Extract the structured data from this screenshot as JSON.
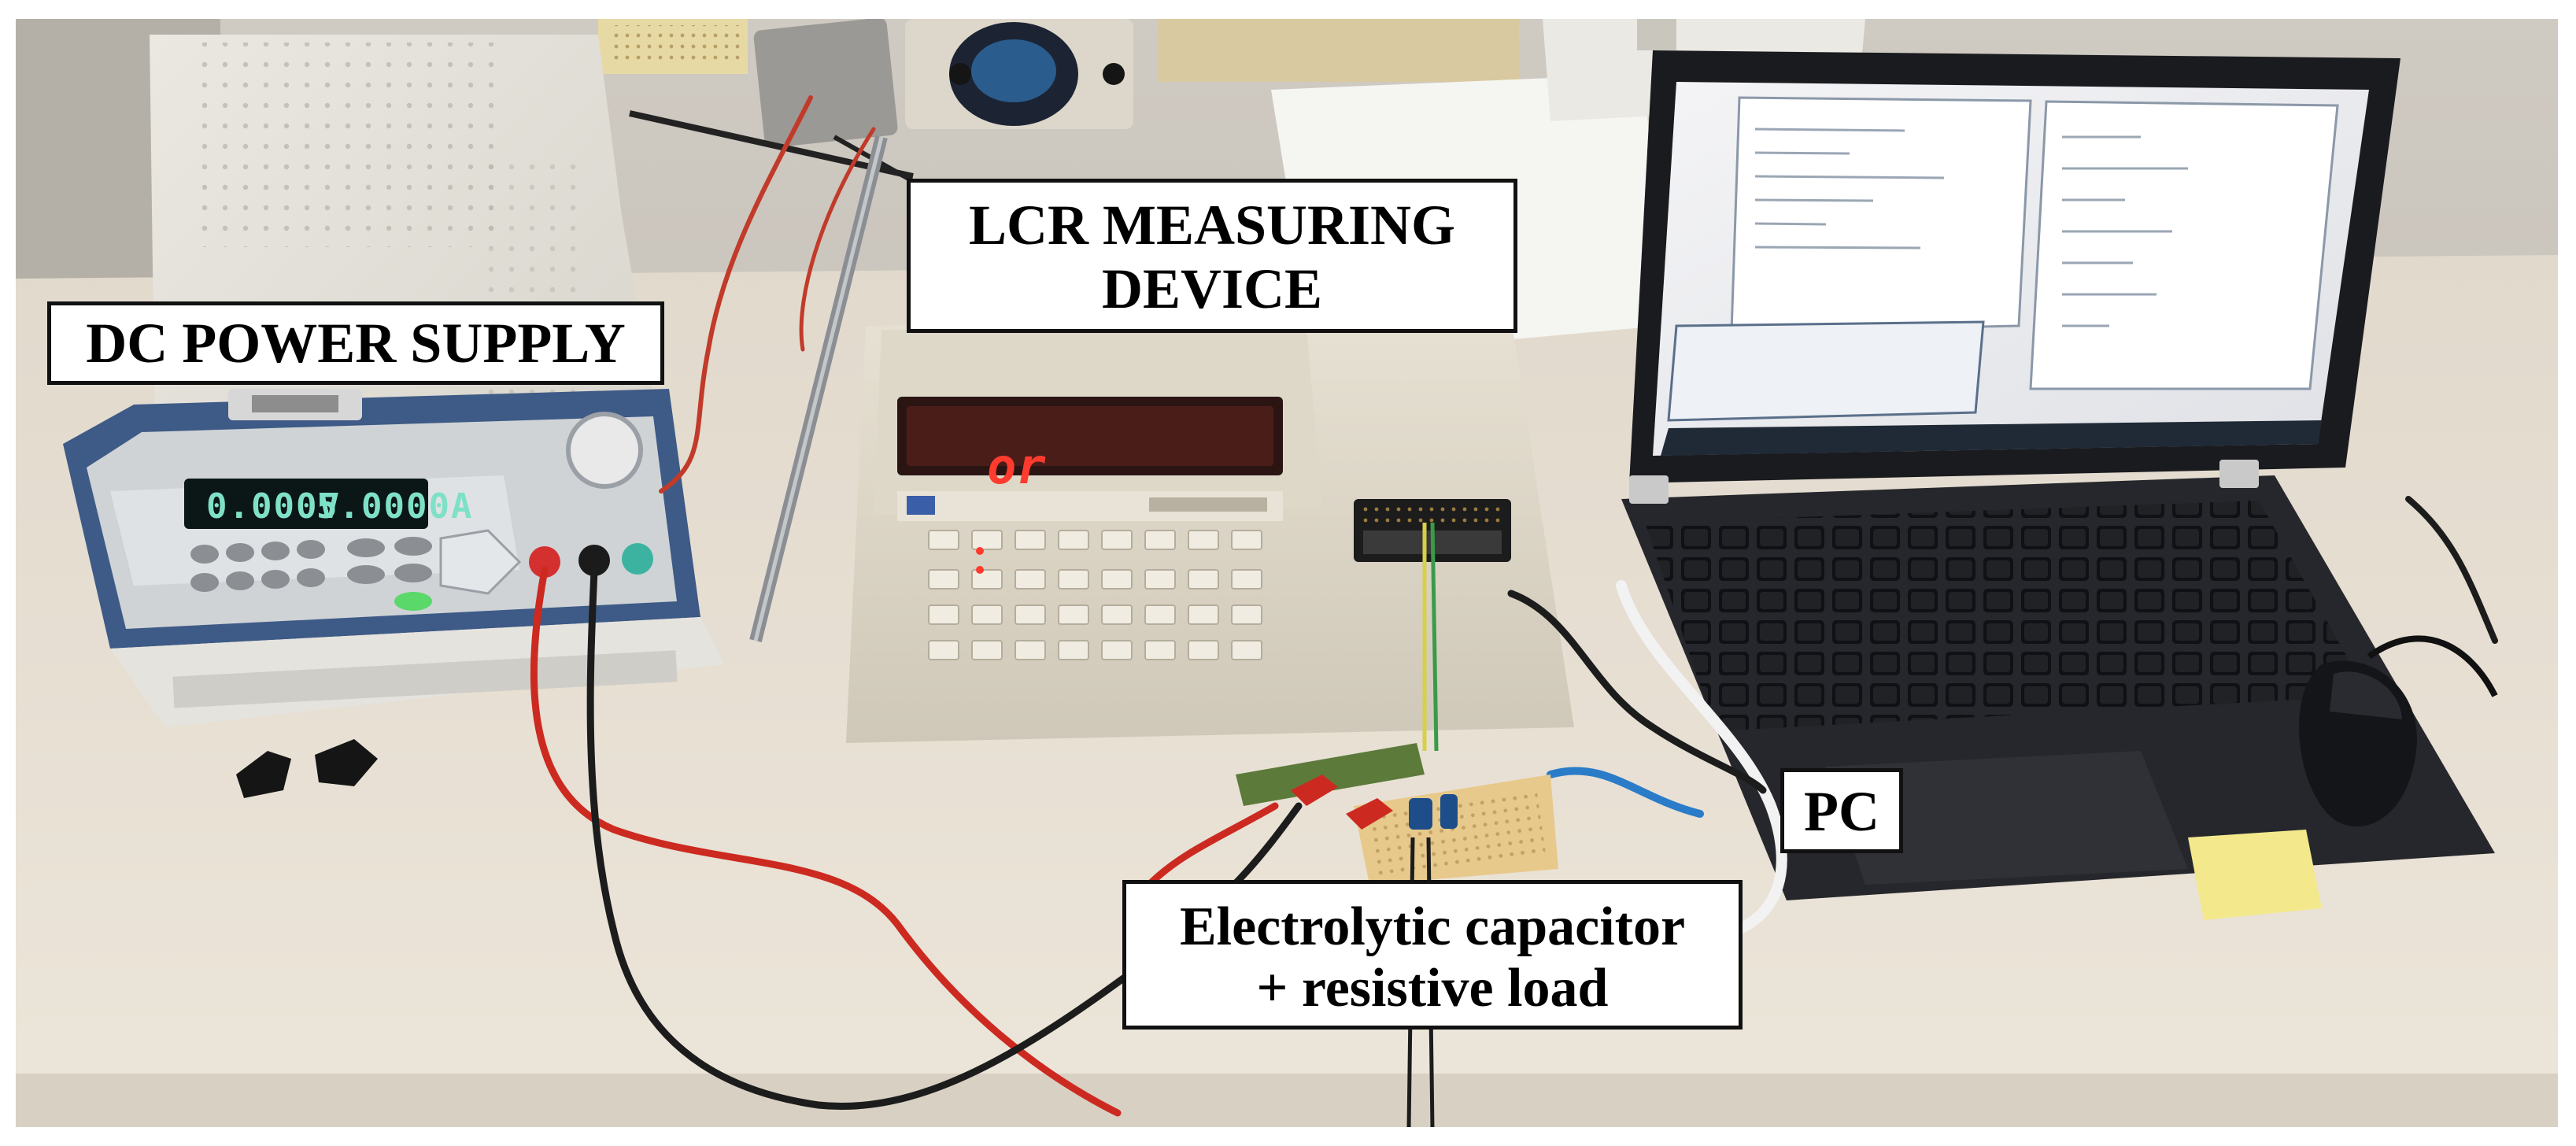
{
  "labels": {
    "dc_power_supply": "DC POWER SUPPLY",
    "lcr_line1": "LCR MEASURING",
    "lcr_line2": "DEVICE",
    "pc": "PC",
    "capacitor_line1": "Electrolytic capacitor",
    "capacitor_line2": "+ resistive load"
  },
  "displays": {
    "psu_voltage": "0.000V",
    "psu_current": "5.0000A",
    "lcr_readout": "or"
  },
  "icons": [
    "power-supply-icon",
    "lcr-meter-icon",
    "laptop-icon",
    "mouse-icon",
    "breadboard-icon",
    "cable-icon"
  ],
  "colors": {
    "table": "#e6ded2",
    "wire_red": "#cc2a20",
    "wire_black": "#1c1c1c",
    "led_red": "#ff3b2e",
    "vfd_green": "#7fe0c8",
    "laptop_body": "#1b1c20",
    "callout_border": "#111111"
  }
}
